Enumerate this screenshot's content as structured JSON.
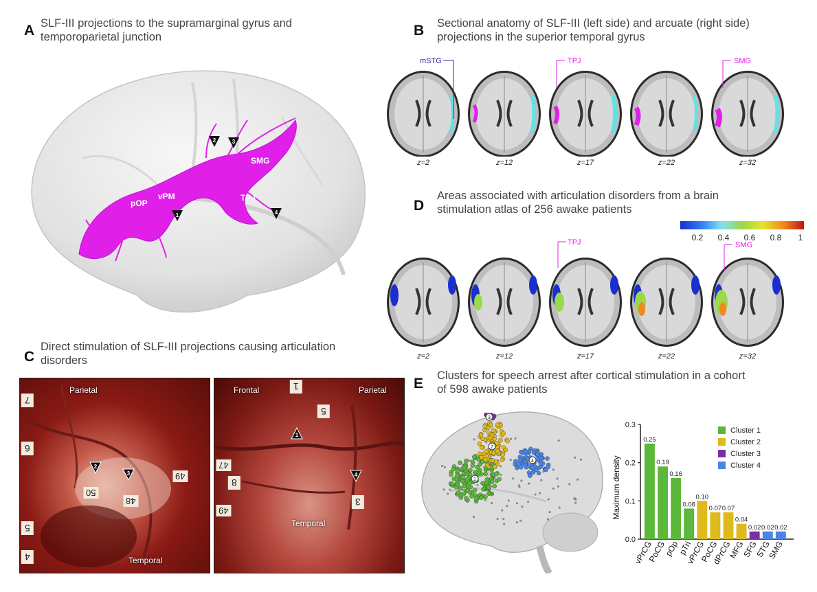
{
  "panelA": {
    "letter": "A",
    "title_lines": [
      "SLF-III projections to the supramarginal gyrus and",
      "temporoparietal junction"
    ],
    "labels": [
      "pOP",
      "vPM",
      "SMG",
      "TPJ"
    ],
    "markers": [
      "1",
      "2",
      "3",
      "4"
    ]
  },
  "panelB": {
    "letter": "B",
    "title_lines": [
      "Sectional anatomy of SLF-III (left side) and arcuate (right side)",
      "projections in the superior temporal gyrus"
    ],
    "callouts": [
      "mSTG",
      "TPJ",
      "SMG"
    ],
    "slices": [
      "z=2",
      "z=12",
      "z=17",
      "z=22",
      "z=32"
    ]
  },
  "panelC": {
    "letter": "C",
    "title_lines": [
      "Direct stimulation of SLF-III projections causing articulation",
      "disorders"
    ],
    "left_photo": {
      "top_label": "Parietal",
      "bottom_label": "Temporal",
      "tags": [
        "7",
        "6",
        "50",
        "48",
        "49",
        "5",
        "4"
      ]
    },
    "right_photo": {
      "top_left_label": "Frontal",
      "top_right_label": "Parietal",
      "center_label": "Temporal",
      "tags": [
        "1",
        "5",
        "8",
        "47",
        "49",
        "3"
      ]
    },
    "markers": [
      "2",
      "3",
      "1",
      "4"
    ]
  },
  "panelD": {
    "letter": "D",
    "title_lines": [
      "Areas associated with articulation disorders from a brain",
      "stimulation atlas of 256 awake patients"
    ],
    "colorbar_ticks": [
      "0.2",
      "0.4",
      "0.6",
      "0.8",
      "1"
    ],
    "colorbar_colors": [
      "#1a2fcf",
      "#2f7cf0",
      "#7fe0f5",
      "#9ad94a",
      "#e8e22a",
      "#f08a1c",
      "#c21414"
    ],
    "callouts": [
      "TPJ",
      "SMG"
    ],
    "slices": [
      "z=2",
      "z=12",
      "z=17",
      "z=22",
      "z=32"
    ]
  },
  "panelE": {
    "letter": "E",
    "title_lines": [
      "Clusters for speech arrest after cortical stimulation in a cohort",
      "of 598 awake patients"
    ],
    "cluster_markers": [
      "1",
      "2",
      "3",
      "4"
    ]
  },
  "colors": {
    "magenta": "#e020e8",
    "cyan": "#5fe3e8",
    "cluster1": "#5cb83a",
    "cluster2": "#e0b91c",
    "cluster3": "#7a2fa8",
    "cluster4": "#4a86e8"
  },
  "chart_data": {
    "type": "bar",
    "categories": [
      "vPrCG",
      "PoCG",
      "pOp",
      "pTri",
      "vPrCG",
      "PoCG",
      "dPrCG",
      "MFG",
      "SFG",
      "STG",
      "SMG"
    ],
    "values": [
      0.25,
      0.19,
      0.16,
      0.08,
      0.1,
      0.07,
      0.07,
      0.04,
      0.02,
      0.02,
      0.02
    ],
    "value_labels": [
      "0.25",
      "0.19",
      "0.16",
      "0.08",
      "0.10",
      "0.07",
      "0.07",
      "0.04",
      "0.02",
      "0.02",
      "0.02"
    ],
    "cluster_of_bar": [
      0,
      0,
      0,
      0,
      1,
      1,
      1,
      1,
      2,
      3,
      3
    ],
    "legend": [
      "Cluster 1",
      "Cluster 2",
      "Cluster 3",
      "Cluster 4"
    ],
    "legend_position": "top-right",
    "series_colors": [
      "#5cb83a",
      "#e0b91c",
      "#7a2fa8",
      "#4a86e8"
    ],
    "xlabel": "",
    "ylabel": "Maximum density",
    "ylim": [
      0,
      0.3
    ],
    "yticks": [
      "0.0",
      "0.1",
      "0.2",
      "0.3"
    ],
    "grid": false
  }
}
